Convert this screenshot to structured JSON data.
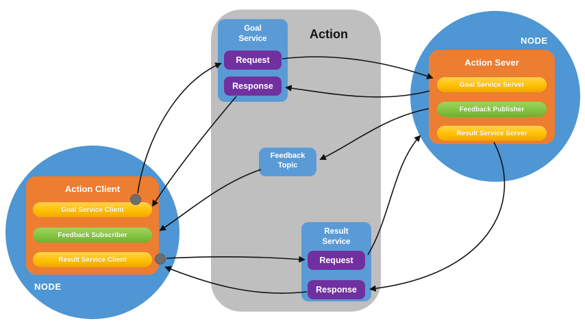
{
  "action": {
    "title": "Action",
    "goal_service": {
      "title": "Goal Service",
      "request_label": "Request",
      "response_label": "Response"
    },
    "feedback_topic": {
      "title": "Feedback Topic"
    },
    "result_service": {
      "title": "Result Service",
      "request_label": "Request",
      "response_label": "Response"
    }
  },
  "server": {
    "node_label": "NODE",
    "title": "Action Sever",
    "items": [
      {
        "label": "Goal Service Server"
      },
      {
        "label": "Feedback Publisher"
      },
      {
        "label": "Result Service Server"
      }
    ]
  },
  "client": {
    "node_label": "NODE",
    "title": "Action Client",
    "items": [
      {
        "label": "Goal Service Client"
      },
      {
        "label": "Feedback Subscriber"
      },
      {
        "label": "Result Service Client"
      }
    ]
  },
  "colors": {
    "node_circle": "#4e96d4",
    "service_box": "#5b9bd5",
    "request_response_box": "#7030a0",
    "panel_orange": "#ed7d31",
    "pill_yellow": "#ffc000",
    "pill_green": "#84c441",
    "action_background": "#bfbfbf",
    "connector_dot": "#6e6e6e",
    "arrow": "#111111"
  }
}
